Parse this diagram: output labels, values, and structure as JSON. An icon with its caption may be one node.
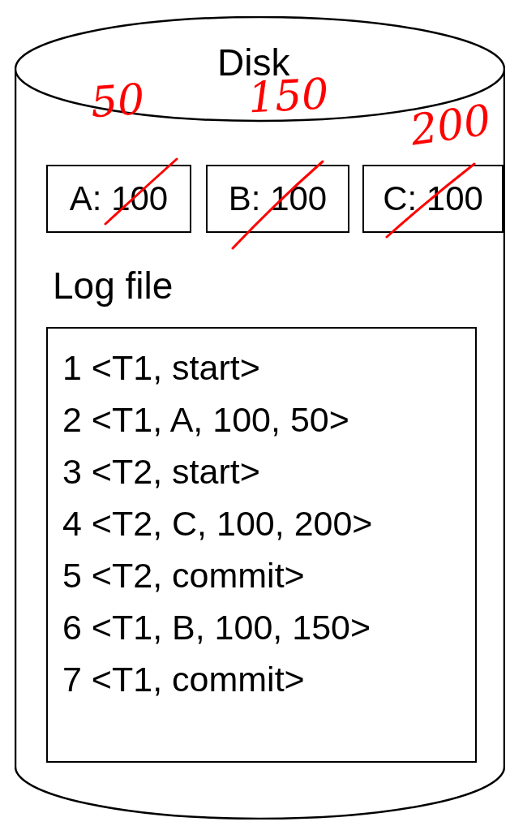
{
  "diagram": {
    "nodes": [
      {
        "text": [
          "Disk"
        ]
      },
      {
        "text": [
          "A: 100"
        ],
        "in": 0
      },
      {
        "text": [
          "B: 100"
        ],
        "in": 0
      },
      {
        "text": [
          "C: 100"
        ],
        "in": 0
      },
      {
        "text": [
          "Log file",
          "1 <T1, start>",
          "2 <T1, A, 100, 50>",
          "3 <T2, start>",
          "4 <T2, C, 100, 200>",
          "5 <T2, commit>",
          "6 <T1, B, 100, 150>",
          "7 <T1, commit>"
        ],
        "in": 0
      }
    ],
    "edges": [],
    "labels": [
      "50",
      "150",
      "200"
    ]
  }
}
